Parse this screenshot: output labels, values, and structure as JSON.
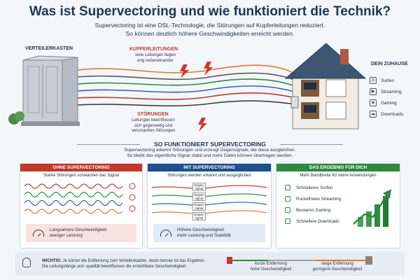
{
  "title": "Was ist Supervectoring und wie funktioniert die Technik?",
  "subtitle_line1": "Supervectoring ist eine DSL-Technologie, die Störungen auf Kupferleitungen reduziert.",
  "subtitle_line2": "So können deutlich höhere Geschwindigkeiten erreicht werden.",
  "top": {
    "cabinet_label": "VERTEILERKASTEN",
    "copper_label": "KUPFERLEITUNGEN",
    "copper_note_1": "viele Leitungen liegen",
    "copper_note_2": "eng nebeneinander",
    "interference_label": "STÖRUNGEN",
    "interference_note_1": "Leitungen beeinflussen",
    "interference_note_2": "sich gegenseitig und",
    "interference_note_3": "verursachen Störungen",
    "home_label": "DEIN ZUHAUSE",
    "home_items": [
      "Surfen",
      "Streaming",
      "Gaming",
      "Downloads"
    ]
  },
  "section_title": "SO FUNKTIONIERT SUPERVECTORING",
  "section_sub_1": "Supervectoring erkennt Störungen und erzeugt Gegensignale, die diese ausgleichen.",
  "section_sub_2": "So bleibt das eigentliche Signal stabil und mehr Daten können übertragen werden.",
  "panels": {
    "without": {
      "head": "OHNE SUPERVECTORING",
      "desc": "Starke Störungen schwächen das Signal",
      "box_line1": "Langsamere Geschwindigkeit",
      "box_line2": "weniger Leistung",
      "color": "#c0392b"
    },
    "with": {
      "head": "MIT SUPERVECTORING",
      "desc": "Störungen werden erkannt und ausgeglichen",
      "badge": "Gegen-\nsignal",
      "box_line1": "Höhere Geschwindigkeit",
      "box_line2": "mehr Leistung und Stabilität",
      "color": "#1f4f8f"
    },
    "result": {
      "head": "DAS ERGEBNIS FÜR DICH",
      "desc": "Mehr Bandbreite für deine Anwendungen",
      "items": [
        "Schnelleres Surfen",
        "Ruckelfreies Streaming",
        "Besseres Gaming",
        "Schnellere Downloads"
      ],
      "color": "#2f8a3e"
    }
  },
  "footer": {
    "lead": "WICHTIG:",
    "text_1": " Je kürzer die Entfernung zum Verteilerkasten, desto besser ist das Ergebnis.",
    "text_2": "Die Leitungslänge und -qualität beeinflussen die erreichbare Geschwindigkeit.",
    "short_1": "kurze Entfernung",
    "short_2": "hohe Geschwindigkeit",
    "long_1": "lange Entfernung",
    "long_2": "geringere Geschwindigkeit"
  }
}
